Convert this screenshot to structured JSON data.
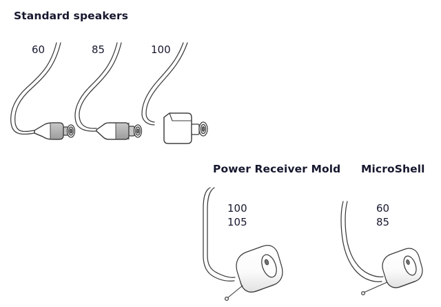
{
  "page": {
    "background_color": "#ffffff",
    "text_color": "#16182e",
    "line_color": "#3a3a3a",
    "shade_color": "#b5b5b5",
    "body_fill": "#ffffff"
  },
  "sections": {
    "standard_speakers": {
      "heading": "Standard speakers",
      "items": [
        {
          "label": "60",
          "connector": "tapered-connector"
        },
        {
          "label": "85",
          "connector": "barrel-connector"
        },
        {
          "label": "100",
          "connector": "boxy-connector"
        }
      ]
    },
    "power_receiver_mold": {
      "heading": "Power Receiver Mold",
      "labels": [
        "100",
        "105"
      ],
      "component": "capsule-receiver"
    },
    "microshell": {
      "heading": "MicroShell",
      "labels": [
        "60",
        "85"
      ],
      "component": "capsule-receiver"
    }
  }
}
